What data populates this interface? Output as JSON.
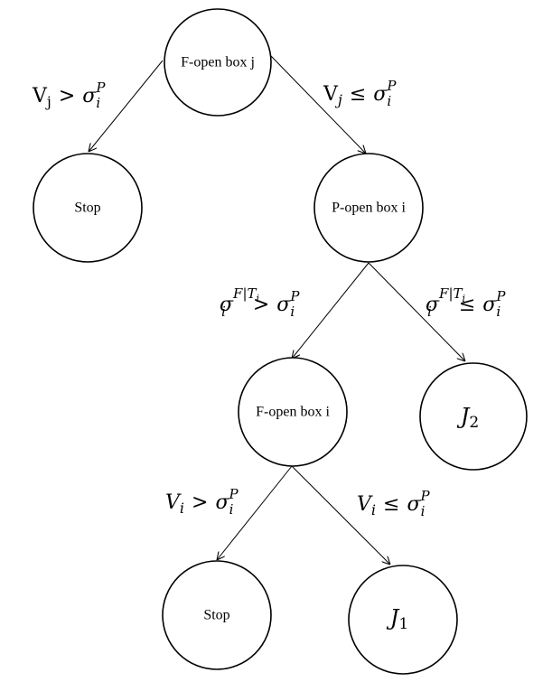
{
  "nodes": {
    "root": "F-open box j",
    "stop_left": "Stop",
    "popen_i": "P-open box i",
    "fopen_i": "F-open box i",
    "j2": {
      "base": "J",
      "sub": "2"
    },
    "stop_bottom": "Stop",
    "j1": {
      "base": "J",
      "sub": "1"
    }
  },
  "edge_labels": {
    "root_to_stop": {
      "lhs": "V",
      "lhs_sub": "j",
      "op": ">",
      "rhs": "σ",
      "rhs_sub": "i",
      "rhs_sup": "P"
    },
    "root_to_popen": {
      "lhs": "V",
      "lhs_sub": "j",
      "op": "≤",
      "rhs": "σ",
      "rhs_sub": "i",
      "rhs_sup": "P"
    },
    "popen_to_fopen": {
      "lhs": "σ",
      "lhs_sub": "i",
      "lhs_sup": "F|T",
      "lhs_sup_sub": "i",
      "op": ">",
      "rhs": "σ",
      "rhs_sub": "i",
      "rhs_sup": "P"
    },
    "popen_to_j2": {
      "lhs": "σ",
      "lhs_sub": "i",
      "lhs_sup": "F|T",
      "lhs_sup_sub": "i",
      "op": "≤",
      "rhs": "σ",
      "rhs_sub": "i",
      "rhs_sup": "P"
    },
    "fopen_to_stop": {
      "lhs": "V",
      "lhs_sub": "i",
      "op": ">",
      "rhs": "σ",
      "rhs_sub": "i",
      "rhs_sup": "P"
    },
    "fopen_to_j1": {
      "lhs": "V",
      "lhs_sub": "i",
      "op": "≤",
      "rhs": "σ",
      "rhs_sub": "i",
      "rhs_sup": "P"
    }
  }
}
